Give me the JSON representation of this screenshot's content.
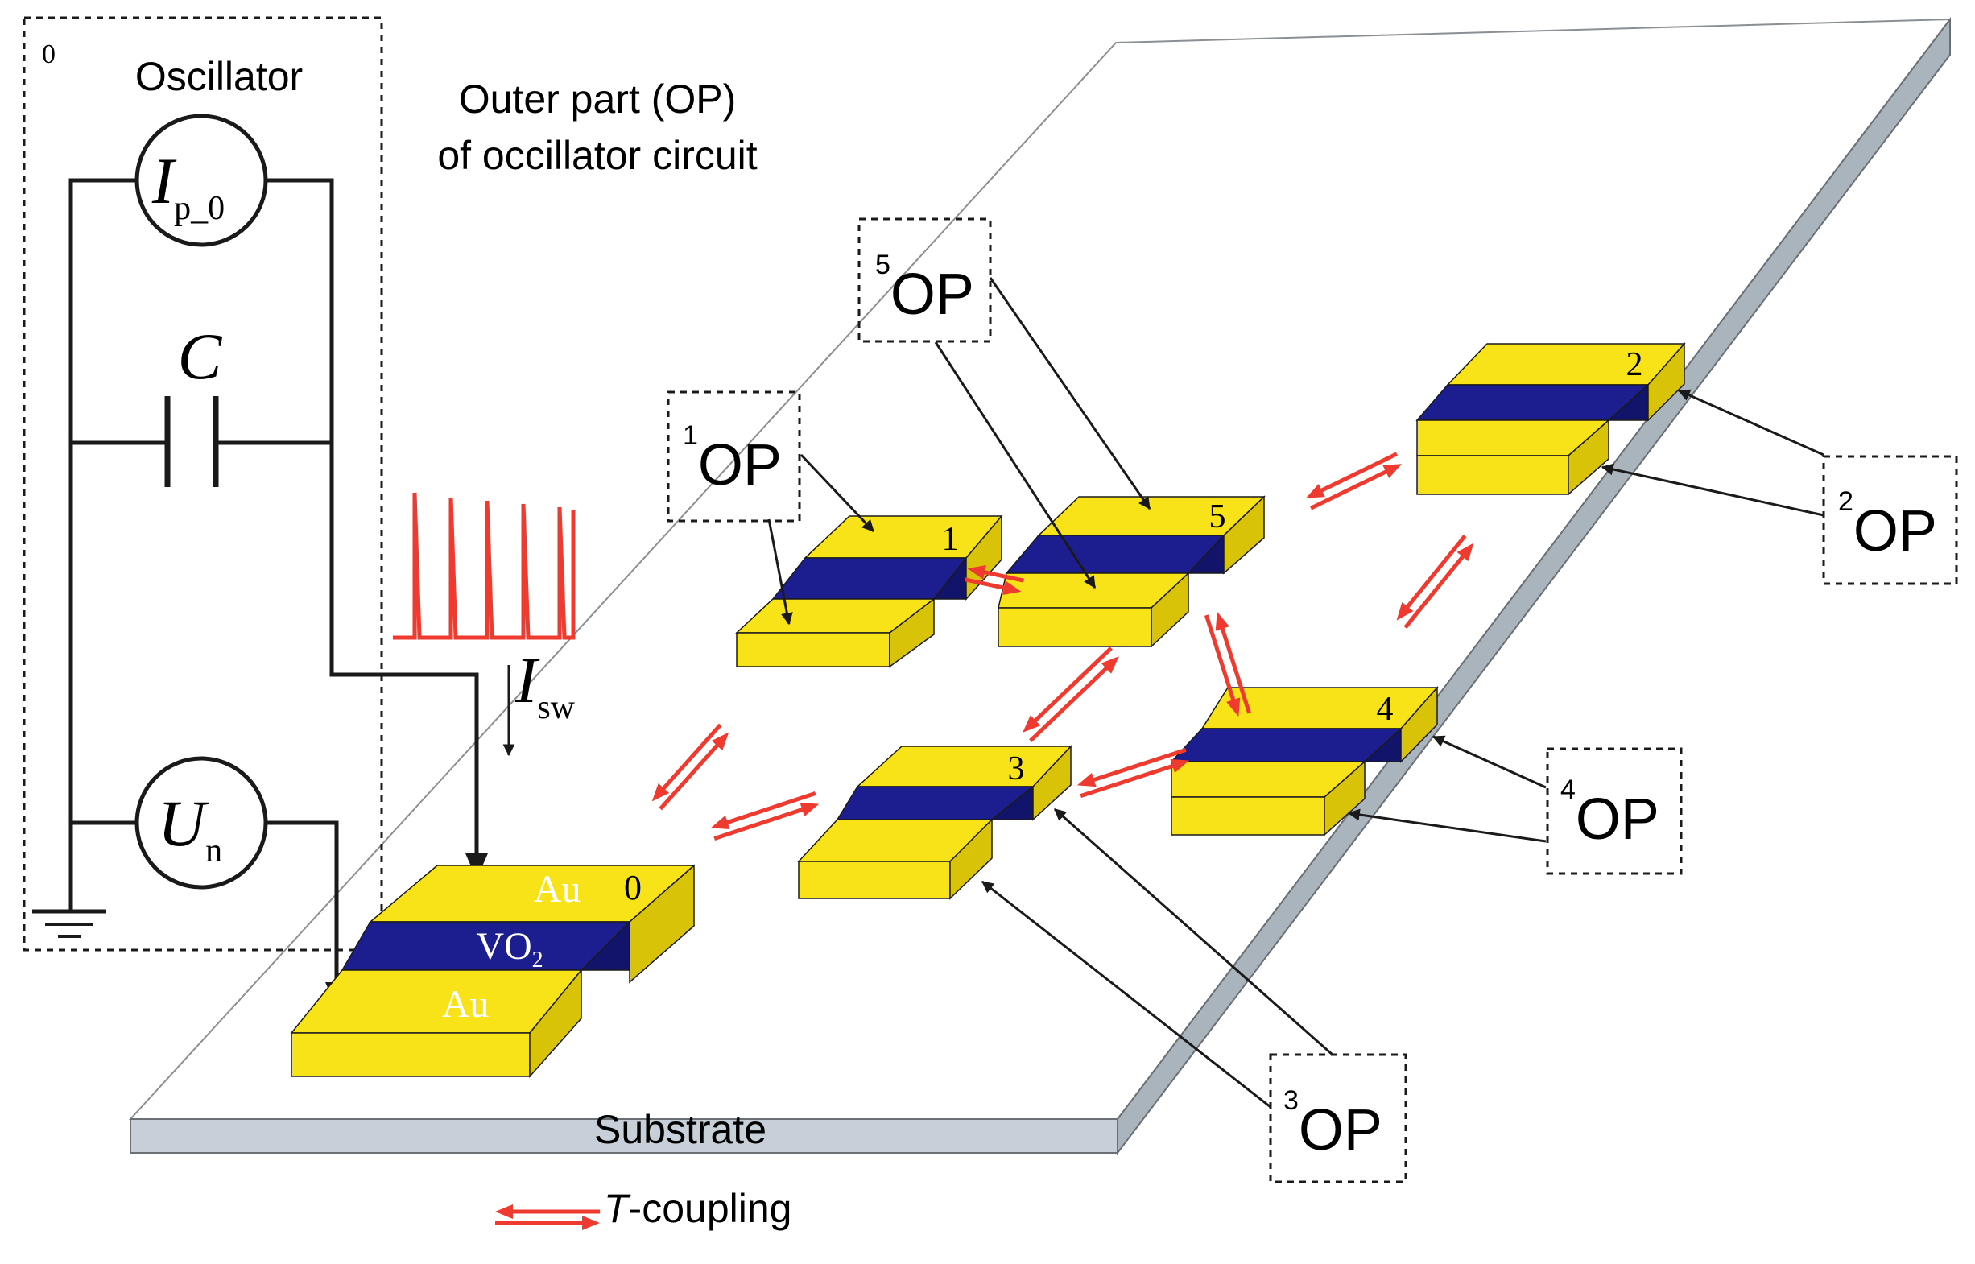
{
  "oscillator": {
    "index": "0",
    "title": "Oscillator",
    "current_source": {
      "symbol": "I",
      "subscript": "p_0"
    },
    "capacitor": {
      "symbol": "C"
    },
    "voltage_source": {
      "symbol": "U",
      "subscript": "n"
    }
  },
  "outer_part_label": {
    "line1": "Outer part (OP)",
    "line2": "of occillator circuit"
  },
  "switching_current": {
    "symbol": "I",
    "subscript": "sw"
  },
  "main_device": {
    "index": "0",
    "top_electrode": "Au",
    "channel": "VO",
    "channel_sub": "2",
    "bottom_electrode": "Au"
  },
  "devices": [
    {
      "index": "1"
    },
    {
      "index": "2"
    },
    {
      "index": "3"
    },
    {
      "index": "4"
    },
    {
      "index": "5"
    }
  ],
  "op_boxes": [
    {
      "sup": "1",
      "label": "OP"
    },
    {
      "sup": "5",
      "label": "OP"
    },
    {
      "sup": "2",
      "label": "OP"
    },
    {
      "sup": "4",
      "label": "OP"
    },
    {
      "sup": "3",
      "label": "OP"
    }
  ],
  "substrate_label": "Substrate",
  "legend": {
    "symbol": "T",
    "text": "-coupling"
  },
  "colors": {
    "electrode": "#f8e318",
    "vo2": "#1c1e8f",
    "coupling": "#ee3a2f",
    "substrate": "#c7d0d8"
  }
}
